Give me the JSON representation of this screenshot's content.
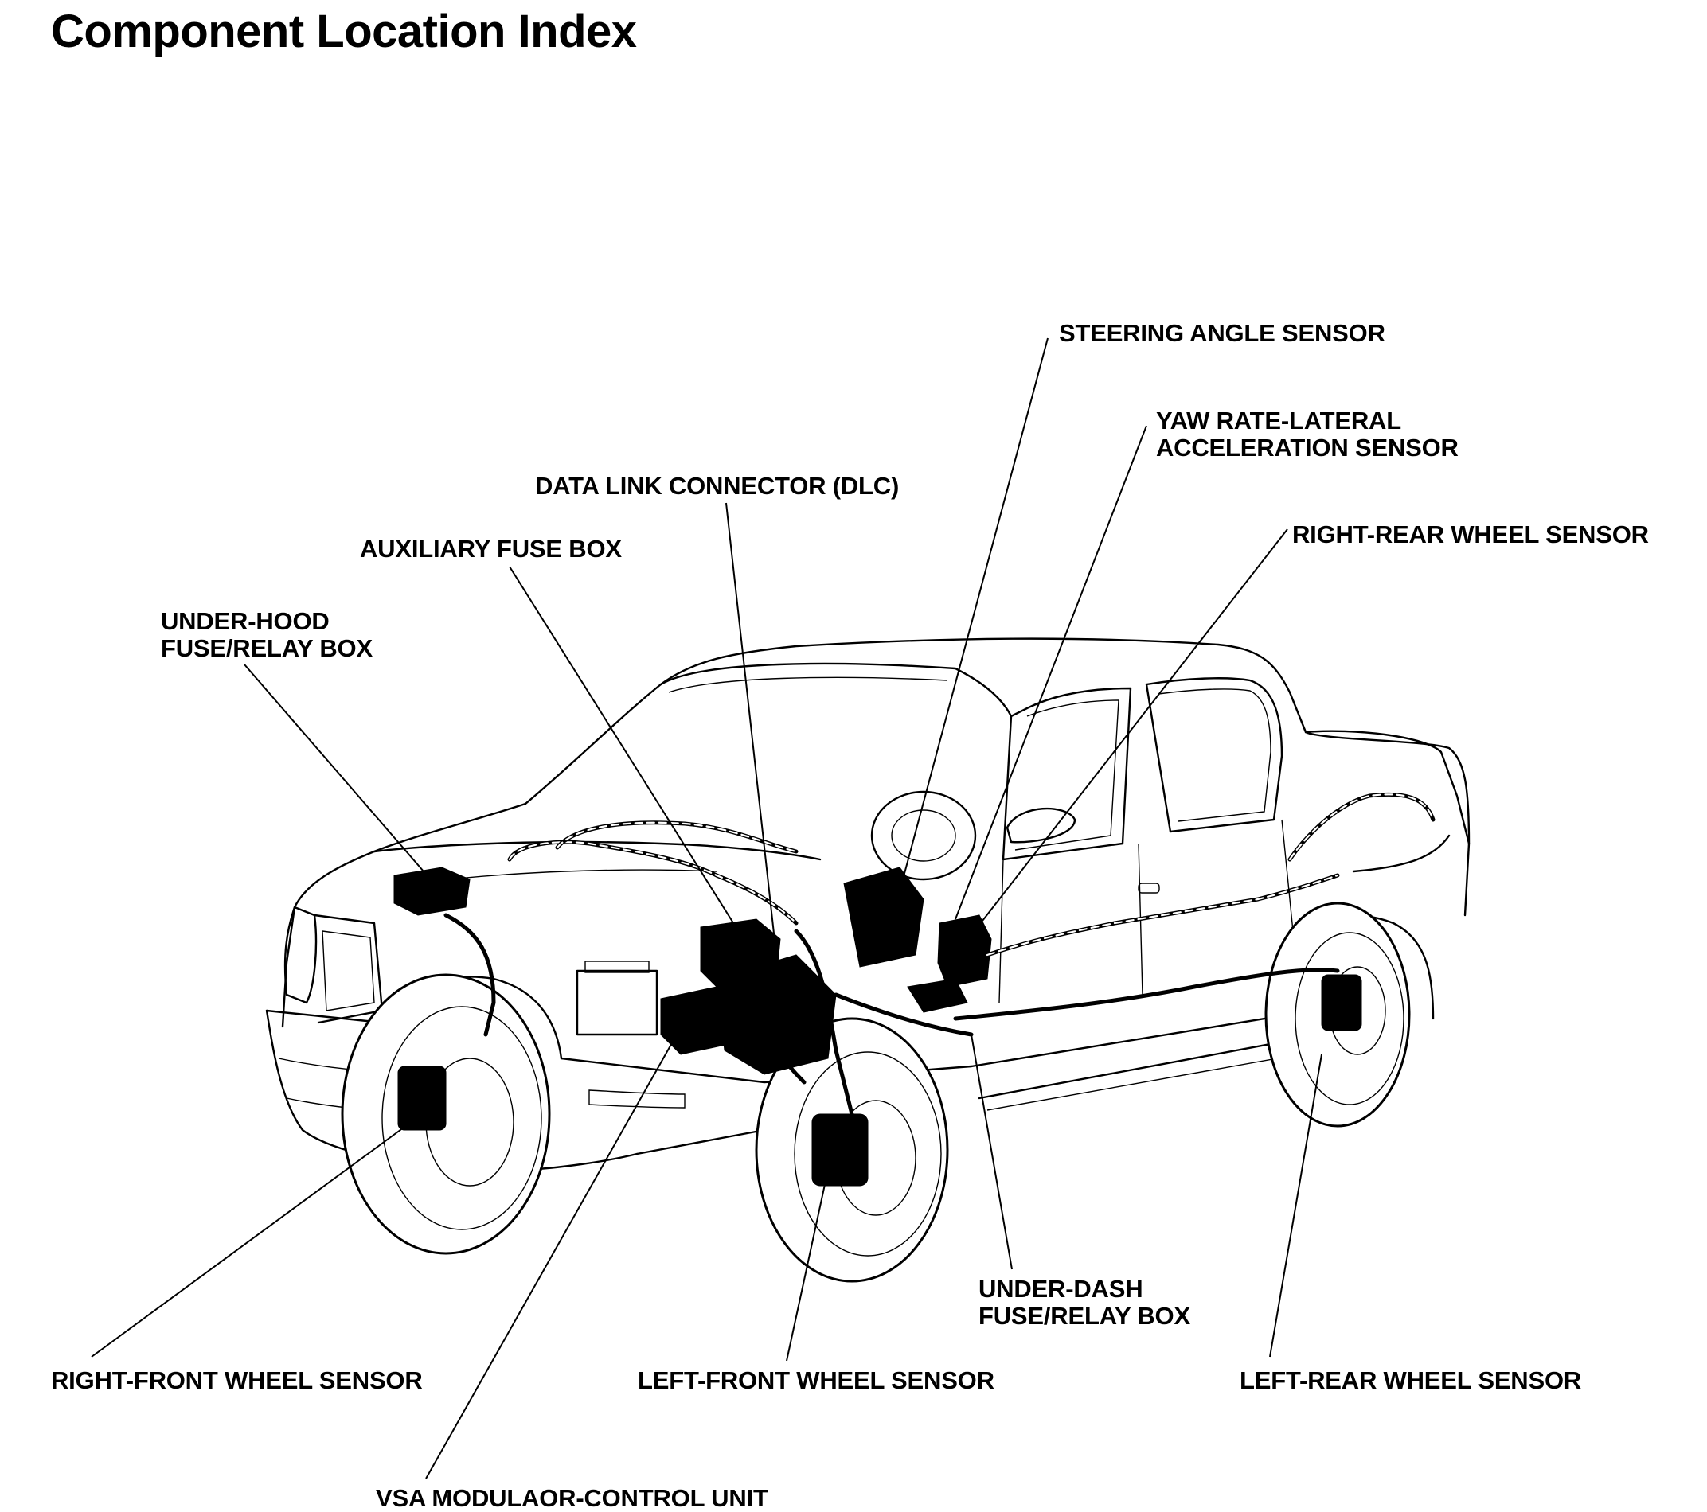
{
  "title": "Component Location Index",
  "callouts": {
    "steering_angle_sensor": [
      "STEERING ANGLE SENSOR"
    ],
    "yaw_rate_sensor": [
      "YAW RATE-LATERAL",
      "ACCELERATION SENSOR"
    ],
    "data_link_connector": [
      "DATA LINK CONNECTOR (DLC)"
    ],
    "right_rear_wheel_sensor": [
      "RIGHT-REAR WHEEL SENSOR"
    ],
    "auxiliary_fuse_box": [
      "AUXILIARY FUSE BOX"
    ],
    "under_hood_fuse_relay_box": [
      "UNDER-HOOD",
      "FUSE/RELAY BOX"
    ],
    "under_dash_fuse_relay_box": [
      "UNDER-DASH",
      "FUSE/RELAY BOX"
    ],
    "right_front_wheel_sensor": [
      "RIGHT-FRONT WHEEL SENSOR"
    ],
    "left_front_wheel_sensor": [
      "LEFT-FRONT WHEEL SENSOR"
    ],
    "left_rear_wheel_sensor": [
      "LEFT-REAR WHEEL SENSOR"
    ],
    "vsa_modulator_control_unit": [
      "VSA MODULAOR-CONTROL UNIT"
    ]
  }
}
